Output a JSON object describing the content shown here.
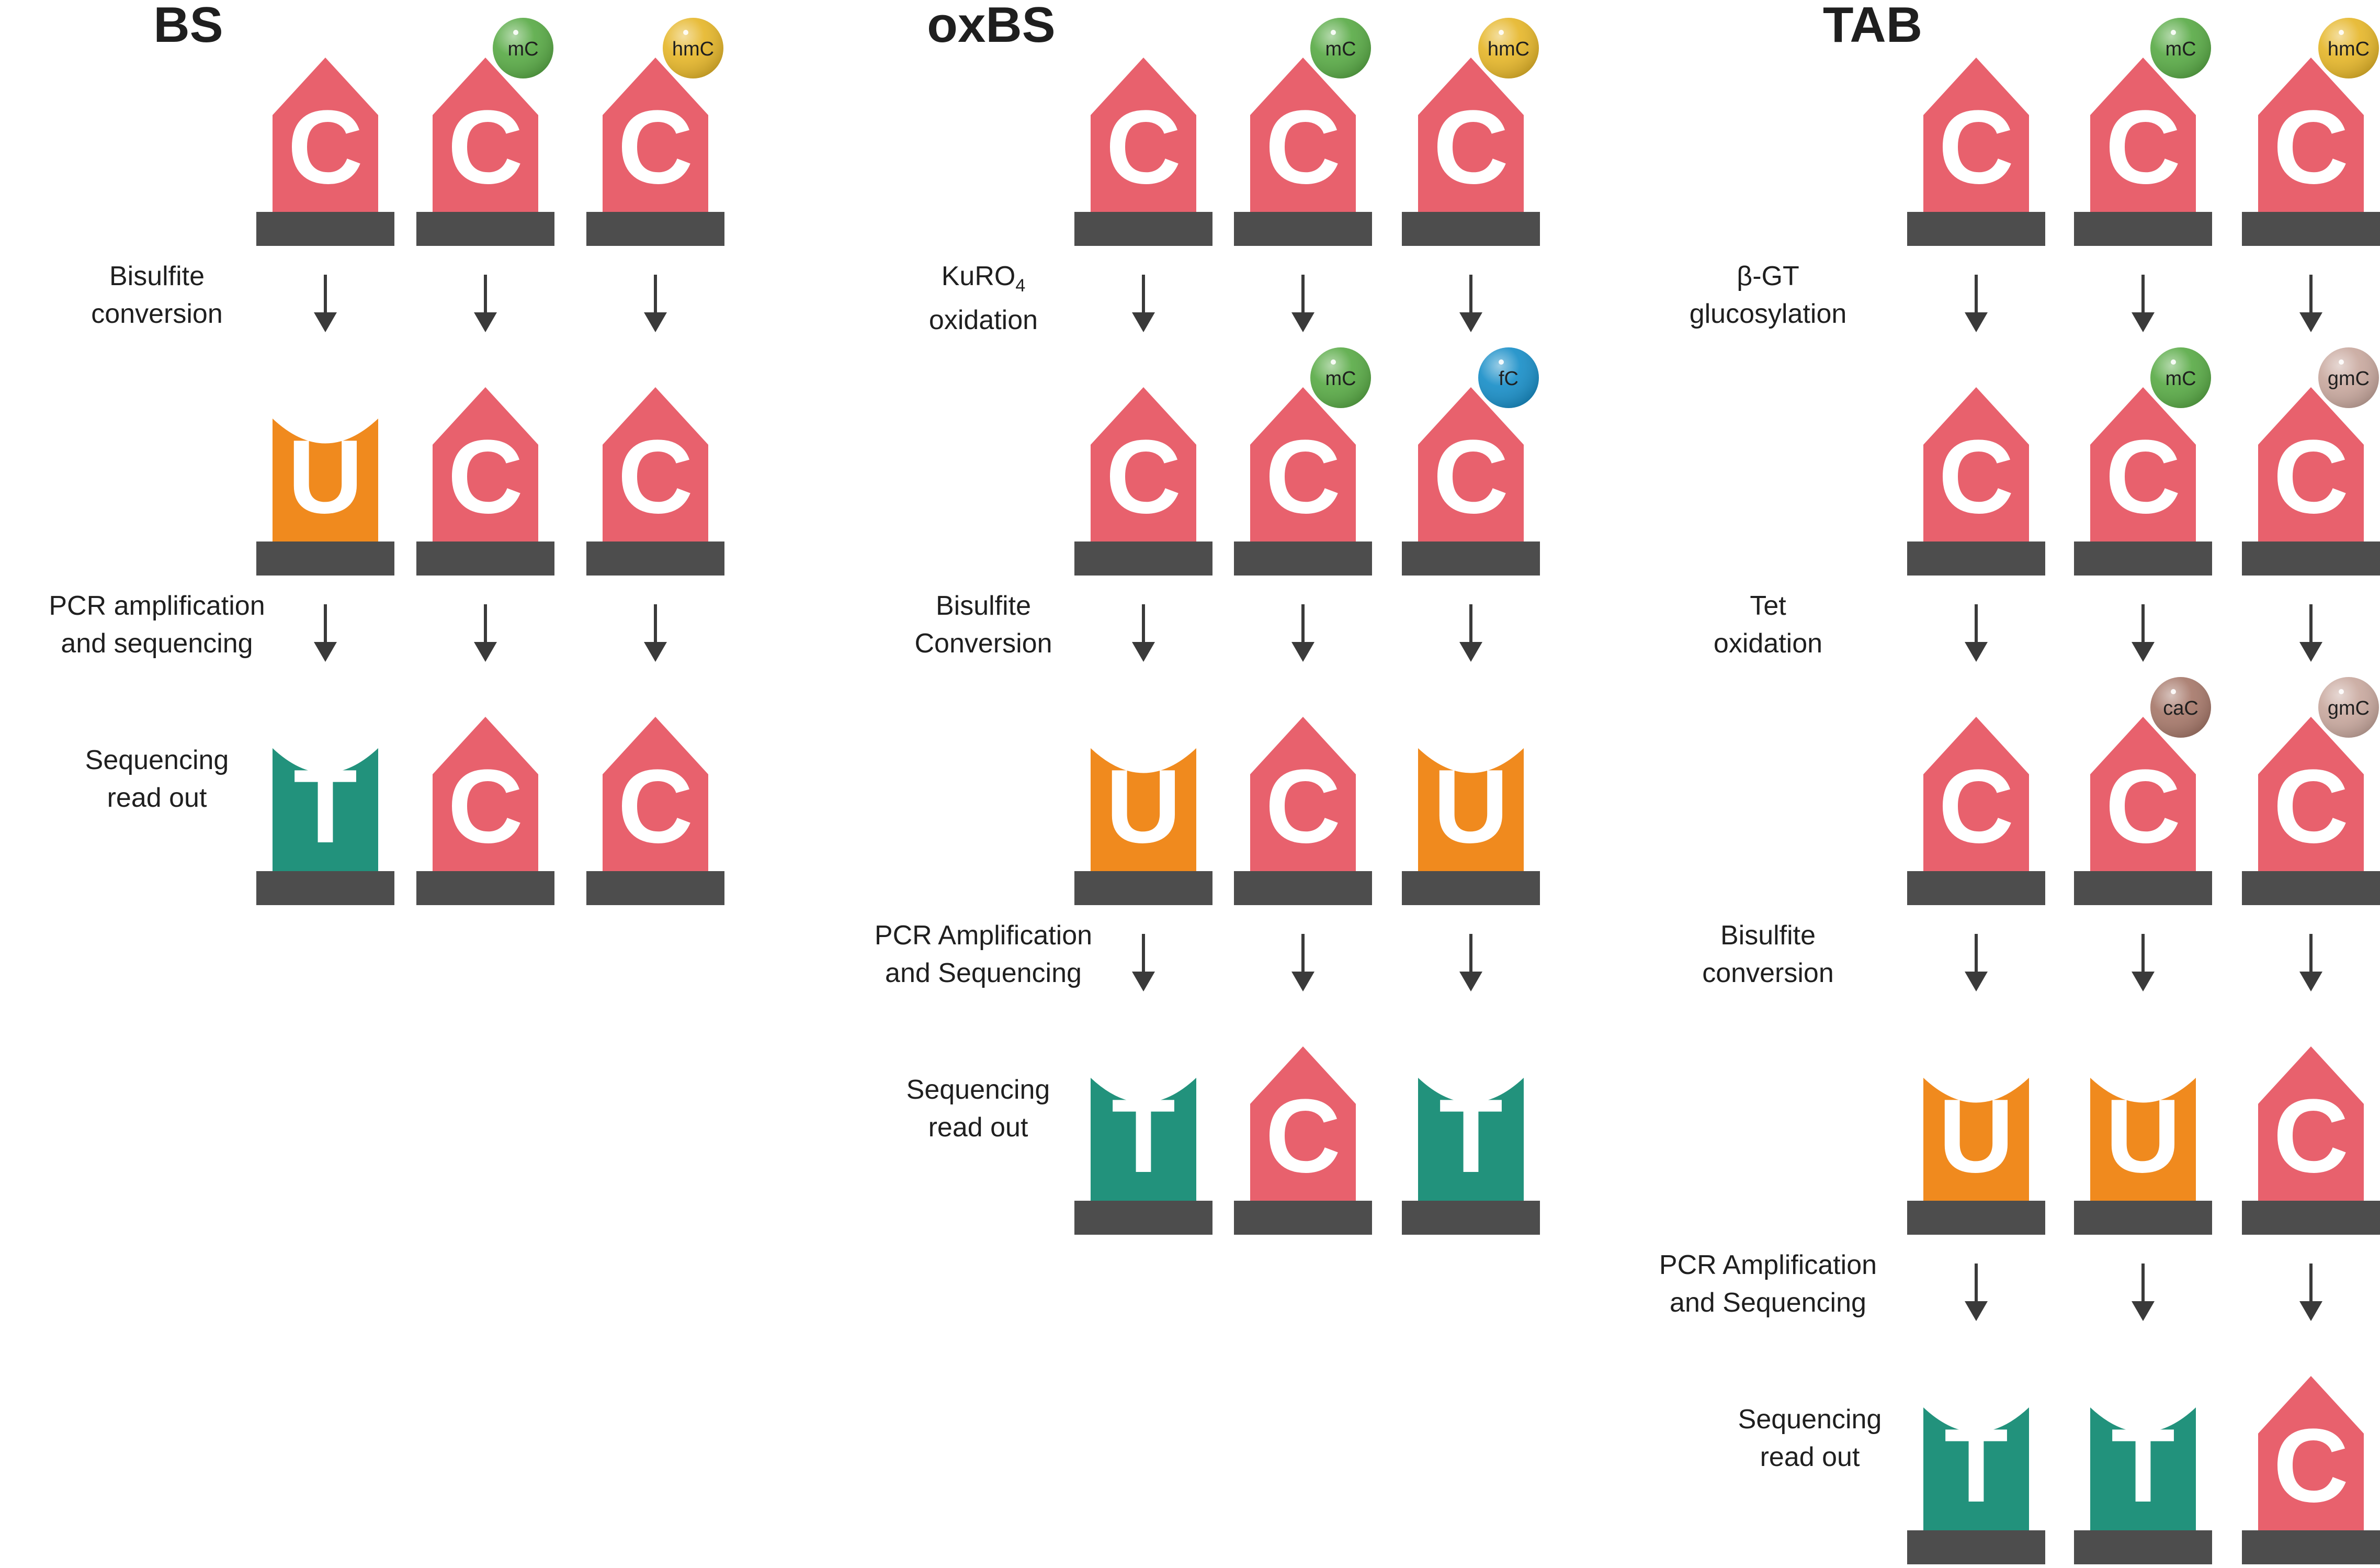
{
  "colors": {
    "C": "#e8616d",
    "U": "#f08a1e",
    "T": "#22927c",
    "backbone": "#4d4d4d",
    "arrow": "#3a3a3a",
    "mC": "#5aab47",
    "hmC": "#e6b72b",
    "fC": "#1a8fc8",
    "gmC": "#c9a99f",
    "caC": "#a7796b"
  },
  "panels": [
    {
      "title": "BS",
      "rows": [
        [
          {
            "base": "C"
          },
          {
            "base": "C",
            "mod": "mC"
          },
          {
            "base": "C",
            "mod": "hmC"
          }
        ],
        [
          {
            "base": "U"
          },
          {
            "base": "C"
          },
          {
            "base": "C"
          }
        ],
        [
          {
            "base": "T"
          },
          {
            "base": "C"
          },
          {
            "base": "C"
          }
        ]
      ],
      "steps": [
        [
          "Bisulfite",
          "conversion"
        ],
        [
          "PCR amplification",
          "and sequencing"
        ]
      ],
      "readout": [
        "Sequencing",
        "read out"
      ]
    },
    {
      "title": "oxBS",
      "rows": [
        [
          {
            "base": "C"
          },
          {
            "base": "C",
            "mod": "mC"
          },
          {
            "base": "C",
            "mod": "hmC"
          }
        ],
        [
          {
            "base": "C"
          },
          {
            "base": "C",
            "mod": "mC"
          },
          {
            "base": "C",
            "mod": "fC"
          }
        ],
        [
          {
            "base": "U"
          },
          {
            "base": "C"
          },
          {
            "base": "U"
          }
        ],
        [
          {
            "base": "T"
          },
          {
            "base": "C"
          },
          {
            "base": "T"
          }
        ]
      ],
      "steps": [
        [
          "KuRO4",
          "oxidation"
        ],
        [
          "Bisulfite",
          "Conversion"
        ],
        [
          "PCR Amplification",
          "and Sequencing"
        ]
      ],
      "readout": [
        "Sequencing",
        "read out"
      ]
    },
    {
      "title": "TAB",
      "rows": [
        [
          {
            "base": "C"
          },
          {
            "base": "C",
            "mod": "mC"
          },
          {
            "base": "C",
            "mod": "hmC"
          }
        ],
        [
          {
            "base": "C"
          },
          {
            "base": "C",
            "mod": "mC"
          },
          {
            "base": "C",
            "mod": "gmC"
          }
        ],
        [
          {
            "base": "C"
          },
          {
            "base": "C",
            "mod": "caC"
          },
          {
            "base": "C",
            "mod": "gmC"
          }
        ],
        [
          {
            "base": "U"
          },
          {
            "base": "U"
          },
          {
            "base": "C"
          }
        ],
        [
          {
            "base": "T"
          },
          {
            "base": "T"
          },
          {
            "base": "C"
          }
        ]
      ],
      "steps": [
        [
          "β-GT",
          "glucosylation"
        ],
        [
          "Tet",
          "oxidation"
        ],
        [
          "Bisulfite",
          "conversion"
        ],
        [
          "PCR Amplification",
          "and Sequencing"
        ]
      ],
      "readout": [
        "Sequencing",
        "read out"
      ]
    }
  ]
}
